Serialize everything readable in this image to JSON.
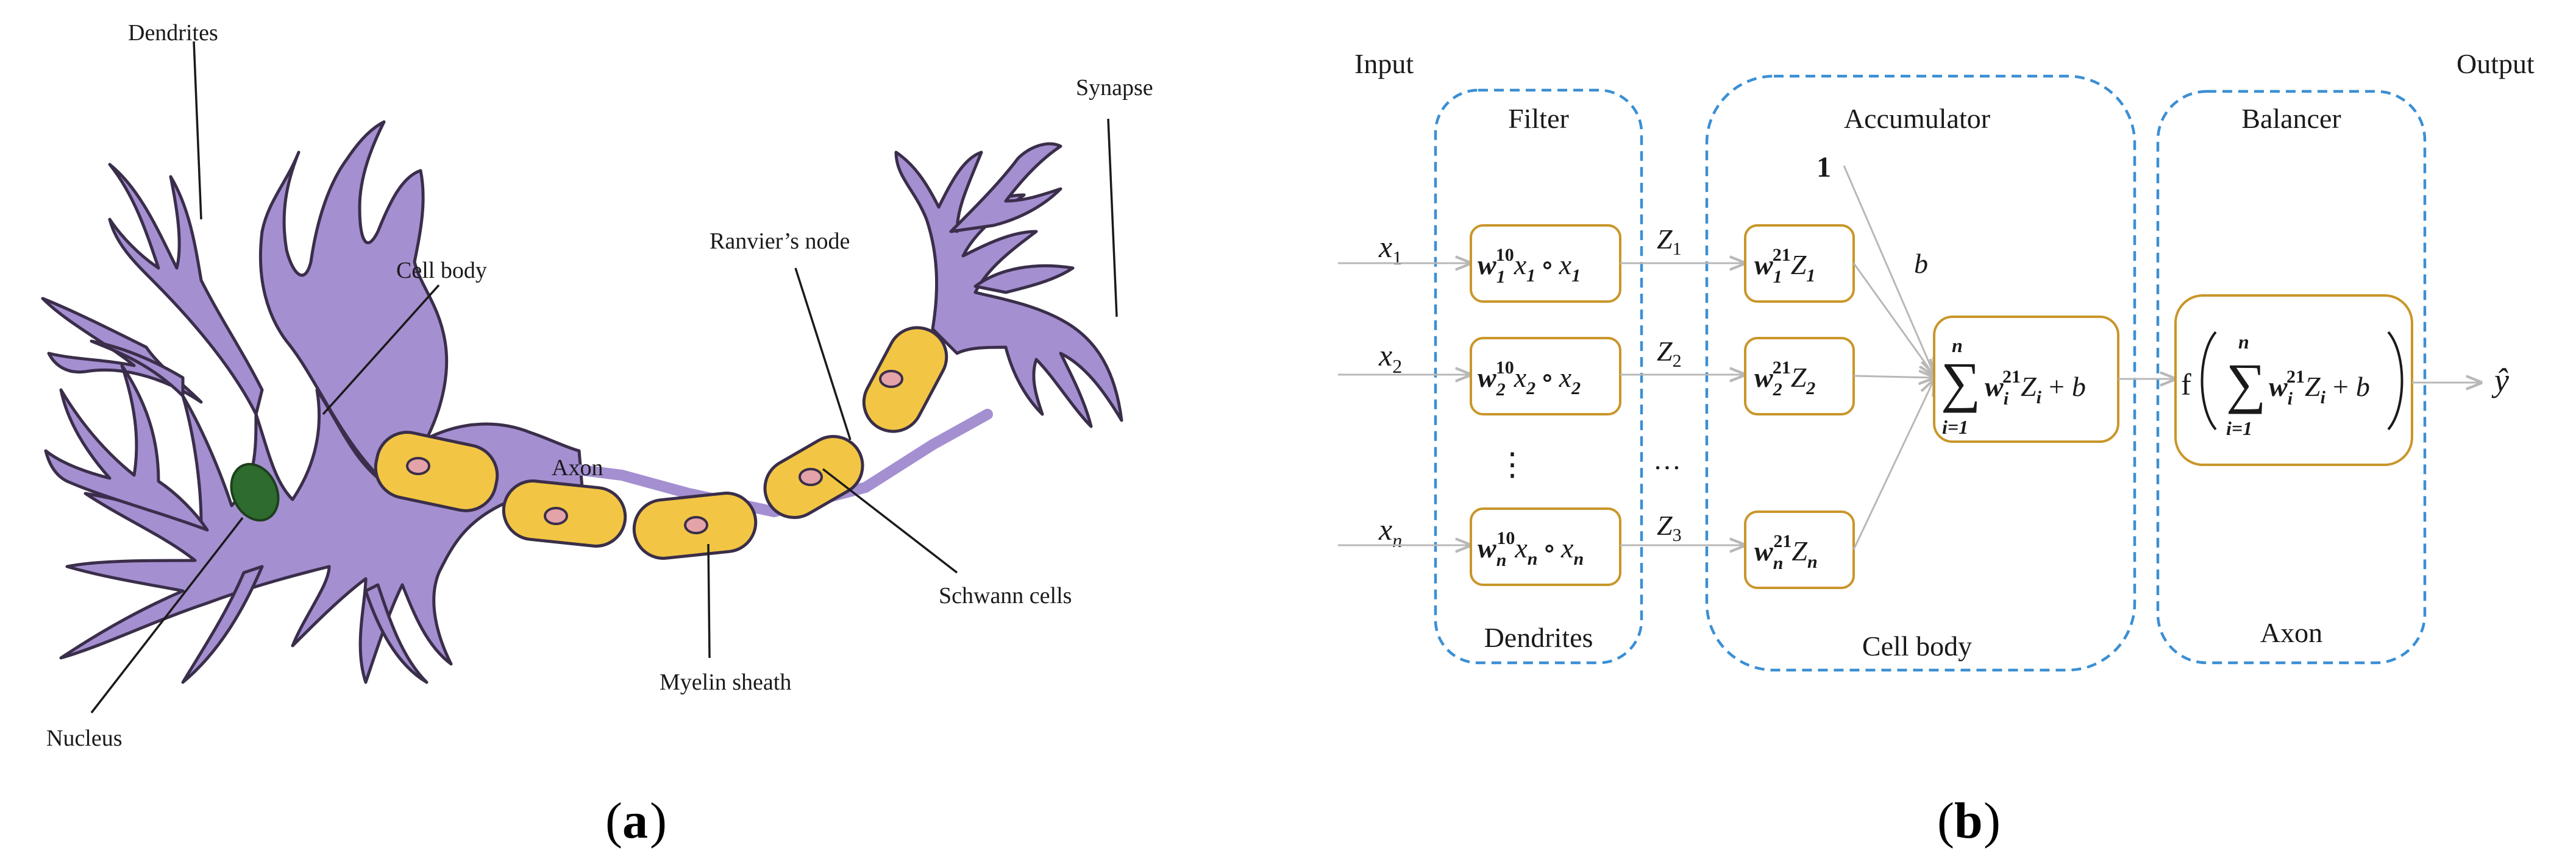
{
  "panel_a": {
    "caption_letter": "a",
    "labels": {
      "dendrites": "Dendrites",
      "cell_body": "Cell body",
      "nucleus": "Nucleus",
      "axon": "Axon",
      "myelin_sheath": "Myelin sheath",
      "ranvier_node": "Ranvier’s node",
      "schwann_cells": "Schwann cells",
      "synapse": "Synapse"
    },
    "colors": {
      "neuron": "#a48fd1",
      "myelin": "#f2c644",
      "nucleus": "#2e6b2e",
      "schwann_nucleus": "#e3a3a8"
    }
  },
  "panel_b": {
    "caption_letter": "b",
    "input_label": "Input",
    "output_label": "Output",
    "groups": {
      "filter": {
        "title": "Filter",
        "footer": "Dendrites"
      },
      "accumulator": {
        "title": "Accumulator",
        "footer": "Cell body"
      },
      "balancer": {
        "title": "Balancer",
        "footer": "Axon"
      }
    },
    "inputs": [
      "x",
      "x",
      "x"
    ],
    "input_subs": [
      "1",
      "2",
      "n"
    ],
    "filter_terms": [
      {
        "w": "w",
        "sub": "1",
        "sup": "10",
        "x": "x",
        "xsub": "1",
        "op": "∘",
        "x2": "x",
        "x2sub": "1"
      },
      {
        "w": "w",
        "sub": "2",
        "sup": "10",
        "x": "x",
        "xsub": "2",
        "op": "∘",
        "x2": "x",
        "x2sub": "2"
      },
      {
        "w": "w",
        "sub": "n",
        "sup": "10",
        "x": "x",
        "xsub": "n",
        "op": "∘",
        "x2": "x",
        "x2sub": "n"
      }
    ],
    "z_labels": [
      "Z",
      "Z",
      "Z"
    ],
    "z_subs": [
      "1",
      "2",
      "3"
    ],
    "acc_terms": [
      {
        "w": "w",
        "sub": "1",
        "sup": "21",
        "z": "Z",
        "zsub": "1"
      },
      {
        "w": "w",
        "sub": "2",
        "sup": "21",
        "z": "Z",
        "zsub": "2"
      },
      {
        "w": "w",
        "sub": "n",
        "sup": "21",
        "z": "Z",
        "zsub": "n"
      }
    ],
    "vdots": "⋮",
    "hdots": "…",
    "bias_one": "1",
    "bias_b": "b",
    "sum": {
      "symbol": "∑",
      "upper": "n",
      "lower": "i=1",
      "w": "w",
      "sub": "i",
      "sup": "21",
      "z": "Z",
      "zsub": "i",
      "plus": "+",
      "b": "b"
    },
    "balancer_fn": "f",
    "output_symbol": "ŷ",
    "colors": {
      "dashed_border": "#3b8fd4",
      "node_border": "#c9962a",
      "arrow": "#b8b8b8"
    }
  }
}
